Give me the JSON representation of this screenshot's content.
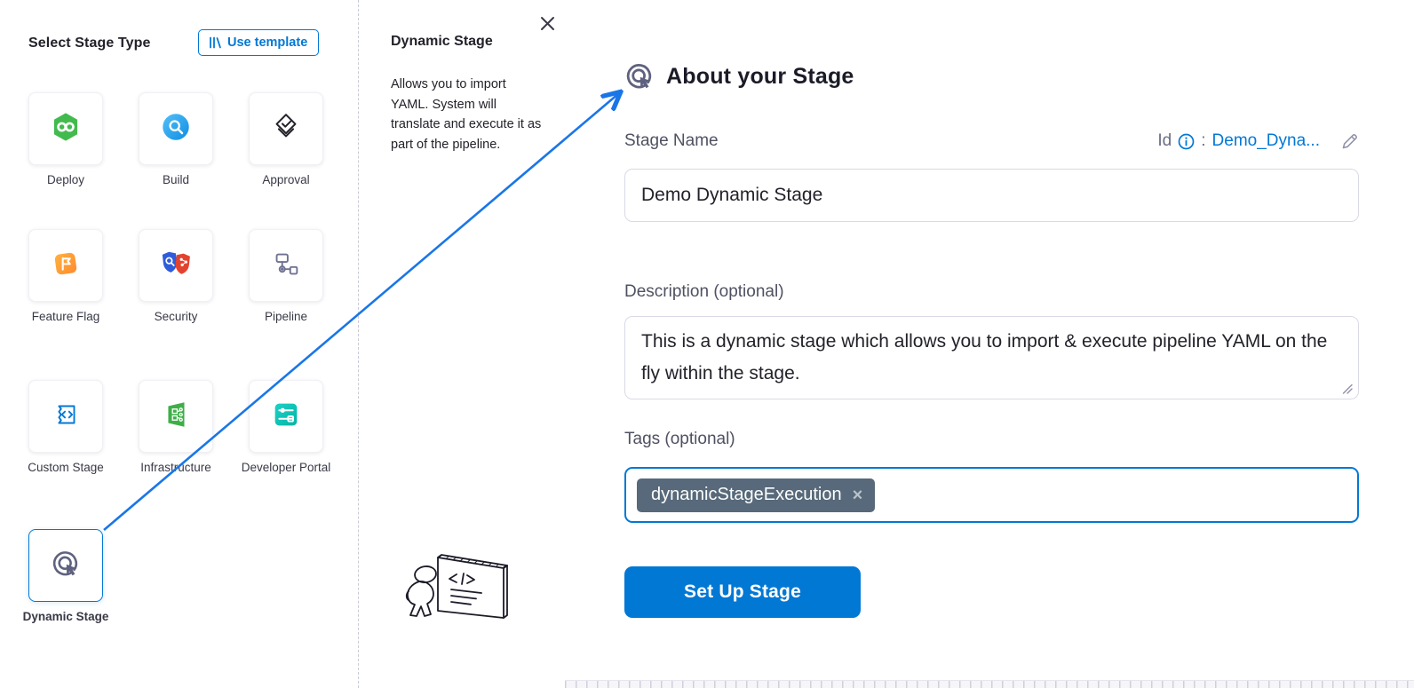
{
  "colors": {
    "accent": "#0278d5",
    "arrow": "#1a76e8",
    "tag_chip_bg": "#57697a",
    "deploy_green": "#42ba4d",
    "build_blue": "#2aa4ee",
    "feature_flag_orange": "#ffa12e",
    "security_blue": "#2f5cdb",
    "security_red": "#e3432e",
    "infrastructure_green": "#3fae49",
    "developer_portal_teal": "#0ac8b9",
    "dynamic_slate": "#5f627e"
  },
  "stage_selector": {
    "title": "Select Stage Type",
    "use_template": {
      "label": "Use template",
      "icon": "library-icon"
    },
    "tiles": [
      {
        "label": "Deploy",
        "icon": "deploy-icon"
      },
      {
        "label": "Build",
        "icon": "build-icon"
      },
      {
        "label": "Approval",
        "icon": "approval-icon"
      },
      {
        "label": "Feature Flag",
        "icon": "feature-flag-icon"
      },
      {
        "label": "Security",
        "icon": "security-icon"
      },
      {
        "label": "Pipeline",
        "icon": "pipeline-icon"
      },
      {
        "label": "Custom Stage",
        "icon": "custom-stage-icon"
      },
      {
        "label": "Infrastructure",
        "icon": "infrastructure-icon"
      },
      {
        "label": "Developer Portal",
        "icon": "developer-portal-icon"
      },
      {
        "label": "Dynamic Stage",
        "icon": "dynamic-stage-icon",
        "selected": true
      }
    ]
  },
  "drawer": {
    "title": "Dynamic Stage",
    "close_icon": "close-icon",
    "description": "Allows you to import YAML. System will translate and execute it as part of the pipeline.",
    "illustration": "whiteboard-presenter-illustration"
  },
  "about_form": {
    "title": "About your Stage",
    "title_icon": "dynamic-stage-icon",
    "name_label": "Stage Name",
    "id_label": "Id",
    "id_info_icon": "info-icon",
    "id_colon": ":",
    "id_value": "Demo_Dyna...",
    "id_edit_icon": "edit-pencil-icon",
    "name_value": "Demo Dynamic Stage",
    "description_label": "Description (optional)",
    "description_value": "This is a dynamic stage which allows you to import & execute pipeline YAML on the fly within the stage.",
    "tags_label": "Tags (optional)",
    "tags": [
      {
        "label": "dynamicStageExecution",
        "remove_glyph": "×"
      }
    ],
    "submit_label": "Set Up Stage"
  }
}
